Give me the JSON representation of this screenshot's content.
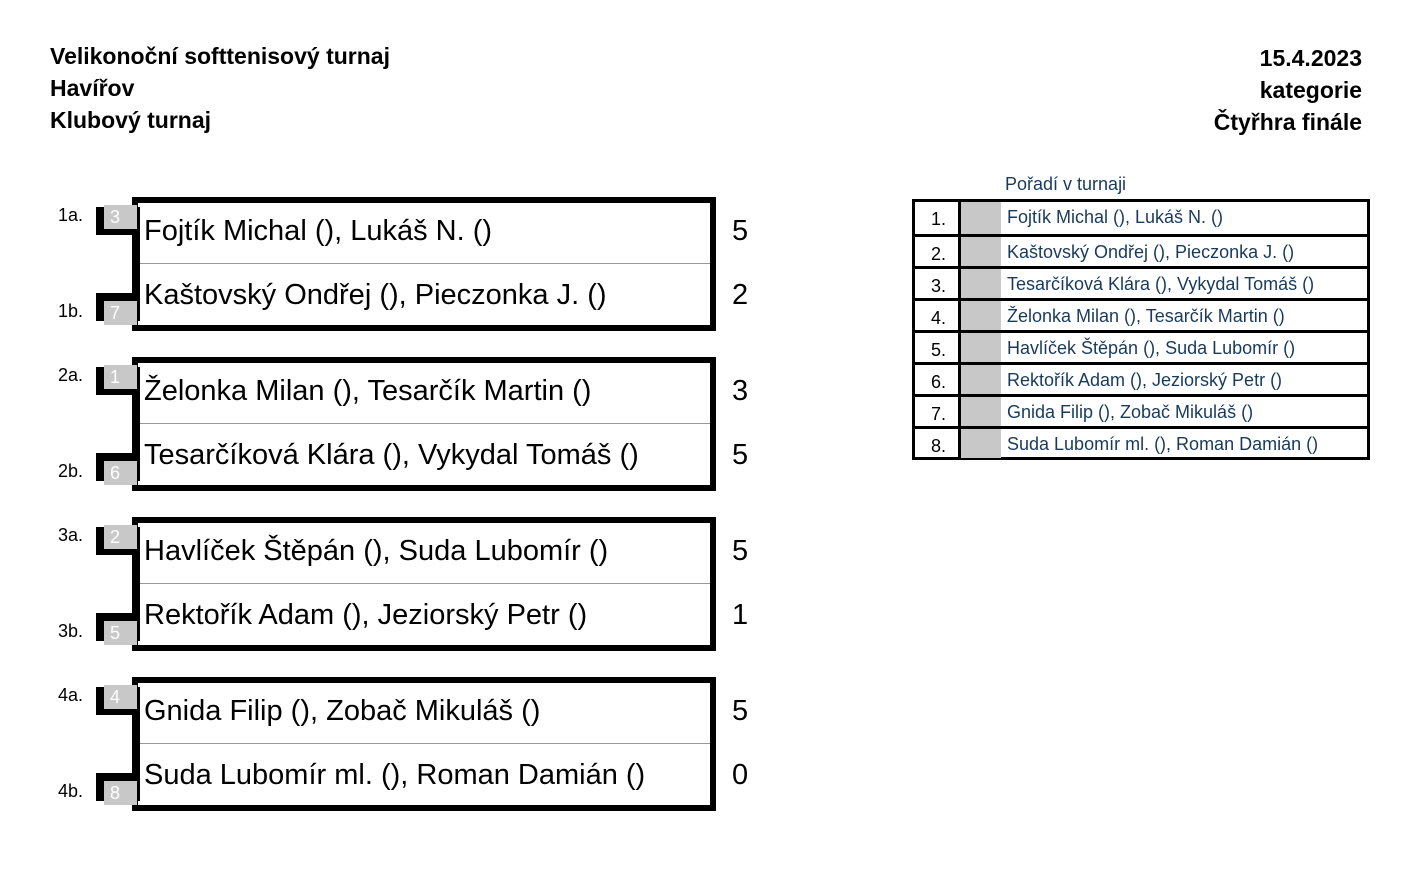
{
  "header": {
    "tournament": "Velikonoční softtenisový turnaj",
    "city": "Havířov",
    "type": "Klubový turnaj",
    "date": "15.4.2023",
    "category_label": "kategorie",
    "category": "Čtyřhra finále"
  },
  "matches": [
    {
      "a_label": "1a.",
      "b_label": "1b.",
      "a_seed": "3",
      "b_seed": "7",
      "a_name": "Fojtík Michal (), Lukáš N. ()",
      "b_name": "Kaštovský Ondřej (), Pieczonka J. ()",
      "a_score": "5",
      "b_score": "2"
    },
    {
      "a_label": "2a.",
      "b_label": "2b.",
      "a_seed": "1",
      "b_seed": "6",
      "a_name": "Želonka Milan (), Tesarčík Martin ()",
      "b_name": "Tesarčíková Klára (), Vykydal Tomáš ()",
      "a_score": "3",
      "b_score": "5"
    },
    {
      "a_label": "3a.",
      "b_label": "3b.",
      "a_seed": "2",
      "b_seed": "5",
      "a_name": "Havlíček Štěpán (), Suda Lubomír ()",
      "b_name": "Rektořík Adam (), Jeziorský Petr ()",
      "a_score": "5",
      "b_score": "1"
    },
    {
      "a_label": "4a.",
      "b_label": "4b.",
      "a_seed": "4",
      "b_seed": "8",
      "a_name": "Gnida Filip (), Zobač Mikuláš ()",
      "b_name": "Suda Lubomír ml. (), Roman Damián ()",
      "a_score": "5",
      "b_score": "0"
    }
  ],
  "ranking": {
    "title": "Pořadí v turnaji",
    "rows": [
      {
        "pos": "1.",
        "name": "Fojtík Michal (), Lukáš N. ()"
      },
      {
        "pos": "2.",
        "name": "Kaštovský Ondřej (), Pieczonka J. ()"
      },
      {
        "pos": "3.",
        "name": "Tesarčíková Klára (), Vykydal Tomáš ()"
      },
      {
        "pos": "4.",
        "name": "Želonka Milan (), Tesarčík Martin ()"
      },
      {
        "pos": "5.",
        "name": "Havlíček Štěpán (), Suda Lubomír ()"
      },
      {
        "pos": "6.",
        "name": "Rektořík Adam (), Jeziorský Petr ()"
      },
      {
        "pos": "7.",
        "name": "Gnida Filip (), Zobač Mikuláš ()"
      },
      {
        "pos": "8.",
        "name": "Suda Lubomír ml. (), Roman Damián ()"
      }
    ]
  }
}
